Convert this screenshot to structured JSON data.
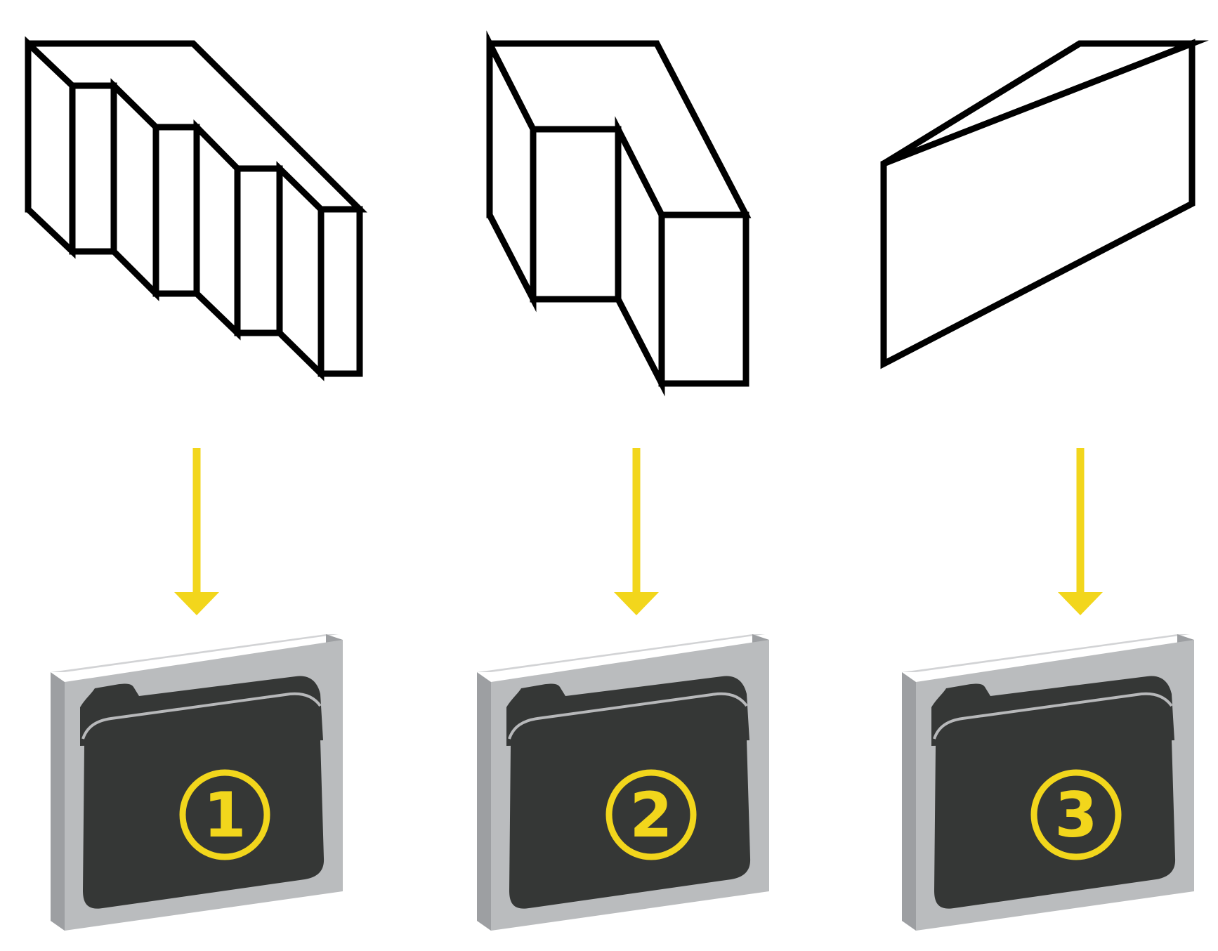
{
  "colors": {
    "accent": "#f2d61c",
    "outline": "#000000",
    "tile_face": "#babcbe",
    "tile_side": "#9d9fa2",
    "tile_top": "#d2d3d5",
    "folder_fill": "#353736",
    "folder_highlight": "#b7b8ba"
  },
  "items": [
    {
      "shape_icon": "stepped-block-icon",
      "badge": "1"
    },
    {
      "shape_icon": "l-shaped-block-icon",
      "badge": "2"
    },
    {
      "shape_icon": "wedge-block-icon",
      "badge": "3"
    }
  ]
}
